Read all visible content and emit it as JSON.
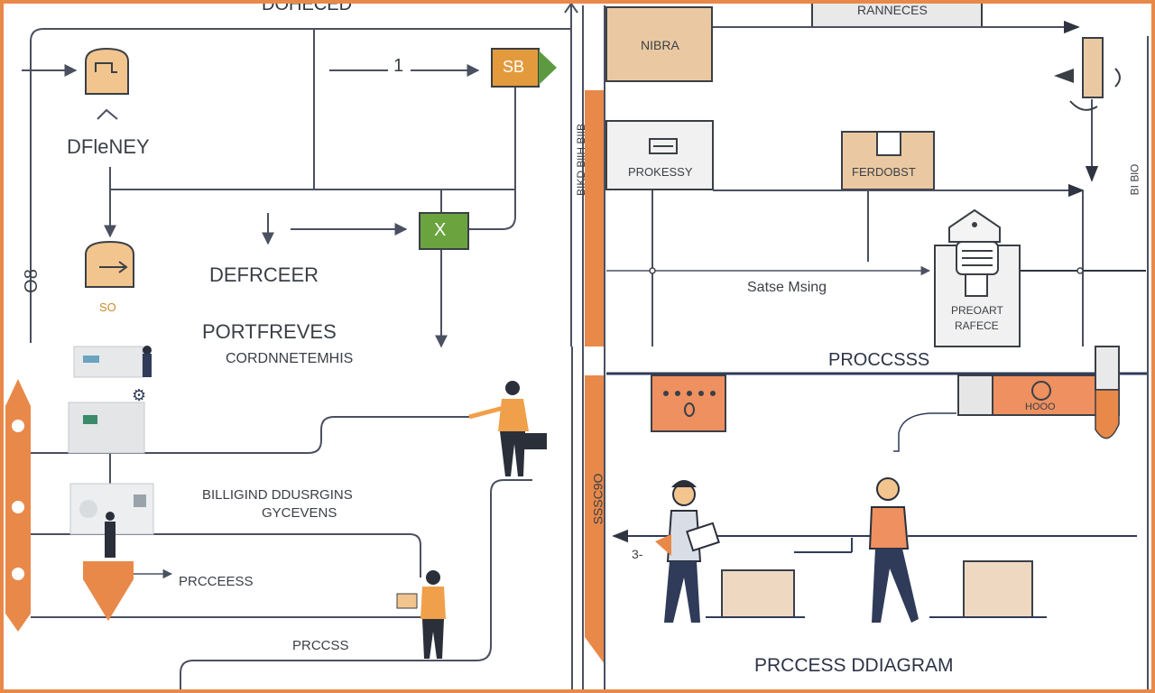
{
  "q1": {
    "title_top": "DOHECED",
    "step_one": "1",
    "box_sb": "SB",
    "label_difeney": "DFleNEY",
    "box_x": "X",
    "label_defrceer": "DEFRCEER",
    "side_mark": "O8",
    "small_num": "SO",
    "label_portfreves": "PORTFREVES"
  },
  "q2": {
    "box_nibra": "NIBRA",
    "box_rannecs": "RANNECES",
    "box_prokessy": "PROKESSY",
    "box_ferdobst": "FERDOBST",
    "label_satse_msing": "Satse Msing",
    "box_preoart_line1": "PREOART",
    "box_preoart_line2": "RAFECE",
    "side_text_left": "BIKD BlIH BIIB",
    "side_text_right": "BI BlO"
  },
  "q3": {
    "label_cordnnetemhis": "CORDNNETEMHIS",
    "label_billigind_line1": "BILLIGIND DDUSRGINS",
    "label_billigind_line2": "GYCEVENS",
    "label_prcceess": "PRCCEESS",
    "label_prccss": "PRCCSS"
  },
  "q4": {
    "title_process": "PROCCSSS",
    "label_hooo": "HOOO",
    "footer_title": "PRCCESS DDIAGRAM",
    "side_text": "SSSC9O",
    "arrow_label": "3-"
  },
  "colors": {
    "accent": "#E8894A",
    "line": "#4a5060",
    "tan": "#EAC9A2",
    "green": "#6BA33F",
    "navy": "#2F3B59"
  }
}
